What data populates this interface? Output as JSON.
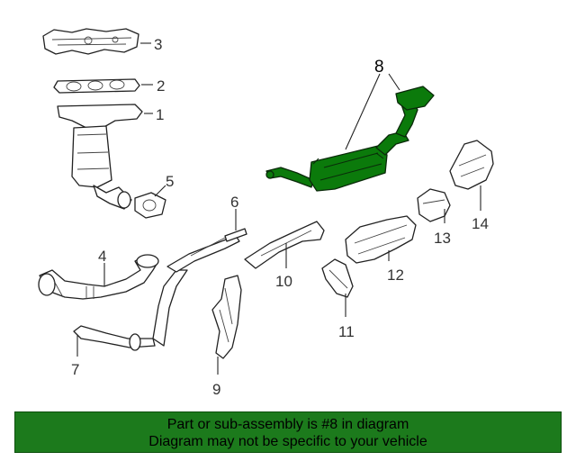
{
  "diagram": {
    "highlight_color": "#0b7a0b",
    "callouts": [
      "1",
      "2",
      "3",
      "4",
      "5",
      "6",
      "7",
      "8",
      "9",
      "10",
      "11",
      "12",
      "13",
      "14"
    ]
  },
  "banner": {
    "background": "#1c7a1c",
    "line1": "Part or sub-assembly is #8 in diagram",
    "line2": "Diagram may not be specific to your vehicle"
  }
}
